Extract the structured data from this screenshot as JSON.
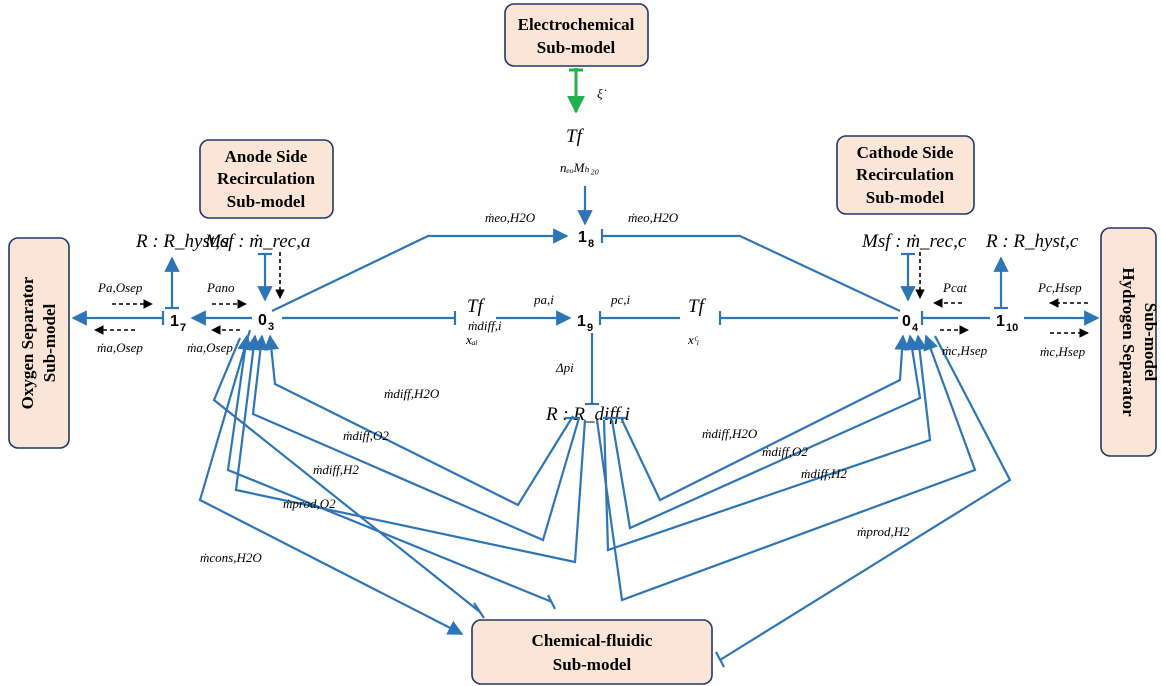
{
  "boxes": {
    "electrochemical": [
      "Electrochemical",
      "Sub-model"
    ],
    "anode": [
      "Anode Side",
      "Recirculation",
      "Sub-model"
    ],
    "cathode": [
      "Cathode Side",
      "Recirculation",
      "Sub-model"
    ],
    "oxygen": [
      "Oxygen Separator",
      "Sub-model"
    ],
    "hydrogen": [
      "Hydrogen Separator",
      "Sub-model"
    ],
    "chemical": [
      "Chemical-fluidic",
      "Sub-model"
    ]
  },
  "nodes": {
    "n17": {
      "main": "1",
      "sub": "7"
    },
    "n03": {
      "main": "0",
      "sub": "3"
    },
    "n18": {
      "main": "1",
      "sub": "8"
    },
    "n19": {
      "main": "1",
      "sub": "9"
    },
    "n04": {
      "main": "0",
      "sub": "4"
    },
    "n110": {
      "main": "1",
      "sub": "10"
    }
  },
  "elements": {
    "tf_top": "Tf",
    "tf_top_mod": "nₑₒMₕ₂₀",
    "tf_left": "Tf",
    "tf_left_mod": "xₐᵢ",
    "tf_right": "Tf",
    "tf_right_mod": "xᶜᵢ",
    "r_diff": "R : R_diff,i",
    "r_hyst_a": "R : R_hyst,a",
    "r_hyst_c": "R : R_hyst,c",
    "msf_a": "Msf : ṁ_rec,a",
    "msf_c": "Msf : ṁ_rec,c"
  },
  "labels": {
    "xi": "ξ̇",
    "m_eo_left": "ṁeo,H2O",
    "m_eo_right": "ṁeo,H2O",
    "p_ai": "pa,i",
    "p_ci": "pc,i",
    "m_diff_i": "ṁdiff,i",
    "dp_i": "Δpi",
    "p_a_osep": "Pa,Osep",
    "m_a_osep_1": "ṁa,Osep",
    "p_ano": "Pano",
    "m_a_osep_2": "ṁa,Osep",
    "p_cat": "Pcat",
    "m_c_hsep_1": "ṁc,Hsep",
    "p_c_hsep": "Pc,Hsep",
    "m_c_hsep_2": "ṁc,Hsep",
    "l_diff_h2o": "ṁdiff,H2O",
    "l_diff_o2": "ṁdiff,O2",
    "l_diff_h2": "ṁdiff,H2",
    "l_prod_o2": "ṁprod,O2",
    "l_cons_h2o": "ṁcons,H2O",
    "r_diff_h2o": "ṁdiff,H2O",
    "r_diff_o2": "ṁdiff,O2",
    "r_diff_h2": "ṁdiff,H2",
    "r_prod_h2": "ṁprod,H2"
  },
  "colors": {
    "bond": "#2e75b6",
    "box_fill": "#fbe5d6",
    "box_stroke": "#1f3864",
    "green_bond": "#22b14c"
  }
}
